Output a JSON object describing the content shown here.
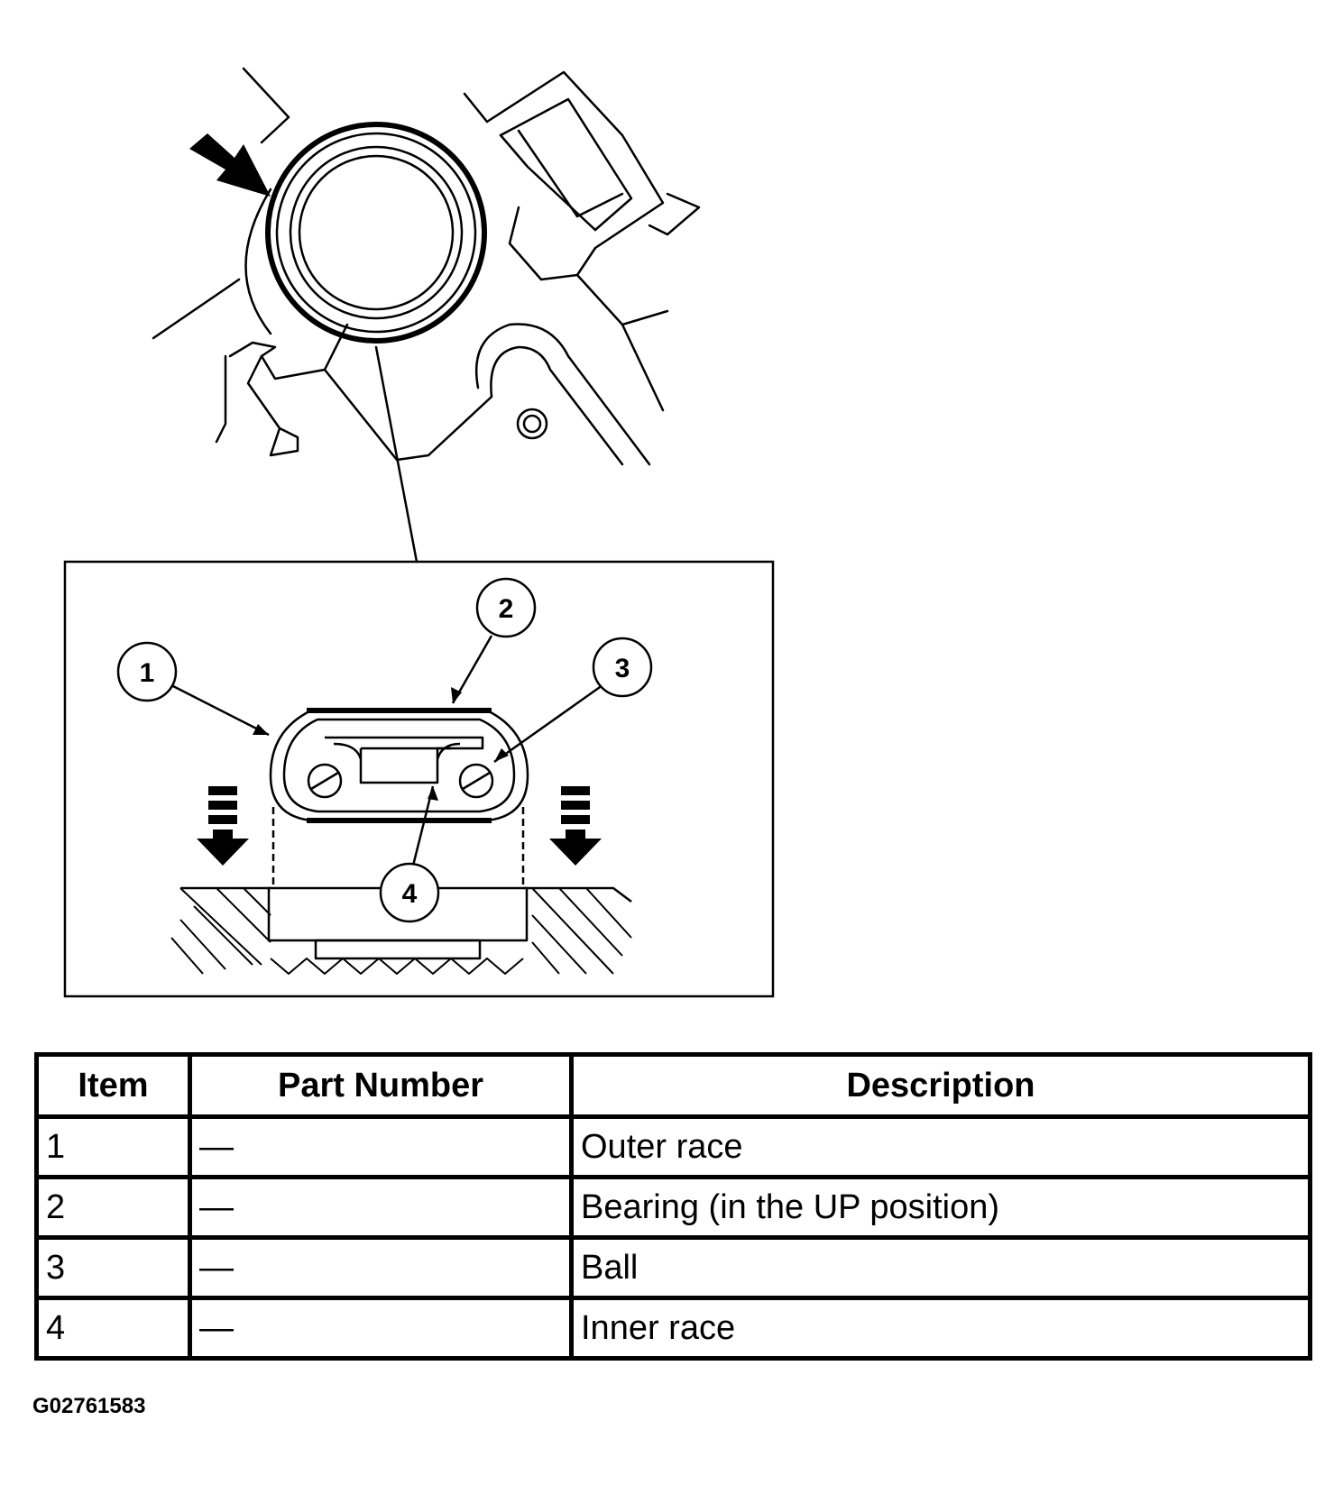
{
  "diagram": {
    "callouts": [
      "1",
      "2",
      "3",
      "4"
    ]
  },
  "table": {
    "headers": {
      "item": "Item",
      "part_number": "Part Number",
      "description": "Description"
    },
    "rows": [
      {
        "item": "1",
        "part_number": "—",
        "description": "Outer race"
      },
      {
        "item": "2",
        "part_number": "—",
        "description": "Bearing (in the UP position)"
      },
      {
        "item": "3",
        "part_number": "—",
        "description": "Ball"
      },
      {
        "item": "4",
        "part_number": "—",
        "description": "Inner race"
      }
    ]
  },
  "figure_id": "G02761583"
}
